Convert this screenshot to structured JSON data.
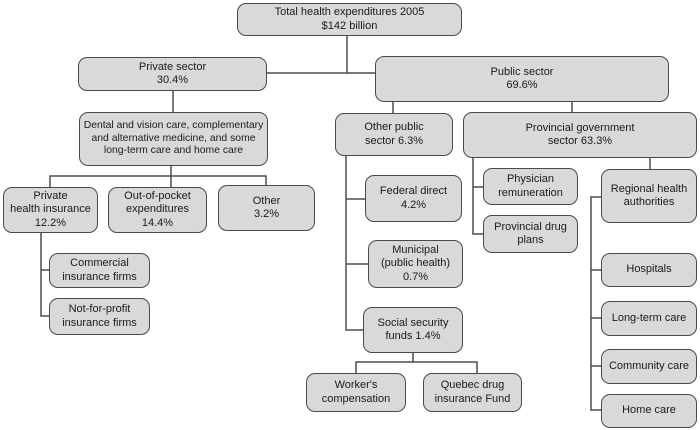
{
  "colors": {
    "node_fill": "#d9d9d9",
    "node_border": "#4a4a4a",
    "line": "#4d4d4d",
    "text": "#1a1a1a",
    "background": "#ffffff"
  },
  "nodes": {
    "total": [
      "Total health expenditures 2005",
      "$142 billion"
    ],
    "private_sector": [
      "Private sector",
      "30.4%"
    ],
    "public_sector": [
      "Public sector",
      "69.6%"
    ],
    "dental_vision": [
      "Dental and vision care, complementary",
      "and alternative medicine, and some",
      "long-term care and home care"
    ],
    "private_health_insurance": [
      "Private",
      "health insurance",
      "12.2%"
    ],
    "out_of_pocket": [
      "Out-of-pocket",
      "expenditures",
      "14.4%"
    ],
    "other_private": [
      "Other",
      "3.2%"
    ],
    "commercial_firms": [
      "Commercial",
      "insurance firms"
    ],
    "not_for_profit_firms": [
      "Not-for-profit",
      "insurance firms"
    ],
    "other_public": [
      "Other public",
      "sector 6.3%"
    ],
    "provincial_government": [
      "Provincial government",
      "sector 63.3%"
    ],
    "federal_direct": [
      "Federal direct",
      "4.2%"
    ],
    "municipal": [
      "Municipal",
      "(public health)",
      "0.7%"
    ],
    "social_security": [
      "Social security",
      "funds 1.4%"
    ],
    "workers_compensation": [
      "Worker's",
      "compensation"
    ],
    "quebec_drug": [
      "Quebec drug",
      "insurance Fund"
    ],
    "physician_remuneration": [
      "Physician",
      "remuneration"
    ],
    "provincial_drug_plans": [
      "Provincial drug",
      "plans"
    ],
    "regional_health_authorities": [
      "Regional health",
      "authorities"
    ],
    "hospitals": [
      "Hospitals"
    ],
    "long_term_care": [
      "Long-term care"
    ],
    "community_care": [
      "Community care"
    ],
    "home_care": [
      "Home care"
    ]
  }
}
